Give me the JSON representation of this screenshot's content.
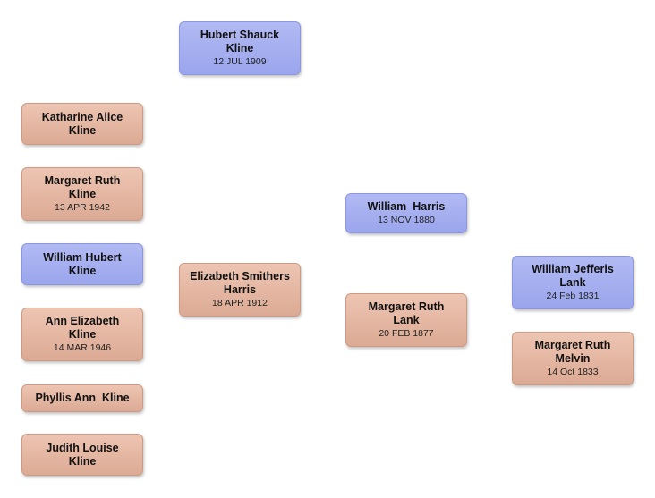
{
  "people": {
    "hubert": {
      "name": "Hubert Shauck\nKline",
      "date": "12 JUL 1909",
      "sex": "male"
    },
    "katharine": {
      "name": "Katharine Alice\nKline",
      "date": "",
      "sex": "female"
    },
    "margaret_k": {
      "name": "Margaret Ruth\nKline",
      "date": "13 APR 1942",
      "sex": "female"
    },
    "william_h": {
      "name": "William Hubert\nKline",
      "date": "",
      "sex": "male"
    },
    "ann": {
      "name": "Ann Elizabeth\nKline",
      "date": "14 MAR 1946",
      "sex": "female"
    },
    "phyllis": {
      "name": "Phyllis Ann  Kline",
      "date": "",
      "sex": "female"
    },
    "judith": {
      "name": "Judith Louise\nKline",
      "date": "",
      "sex": "female"
    },
    "elizabeth": {
      "name": "Elizabeth Smithers\nHarris",
      "date": "18 APR 1912",
      "sex": "female"
    },
    "william_harris": {
      "name": "William  Harris",
      "date": "13 NOV 1880",
      "sex": "male"
    },
    "margaret_lank": {
      "name": "Margaret Ruth\nLank",
      "date": "20 FEB 1877",
      "sex": "female"
    },
    "william_lank": {
      "name": "William Jefferis\nLank",
      "date": "24 Feb 1831",
      "sex": "male"
    },
    "margaret_melvin": {
      "name": "Margaret Ruth\nMelvin",
      "date": "14 Oct 1833",
      "sex": "female"
    }
  },
  "colors": {
    "male": "#9aa5ec",
    "female": "#dcaa94"
  }
}
